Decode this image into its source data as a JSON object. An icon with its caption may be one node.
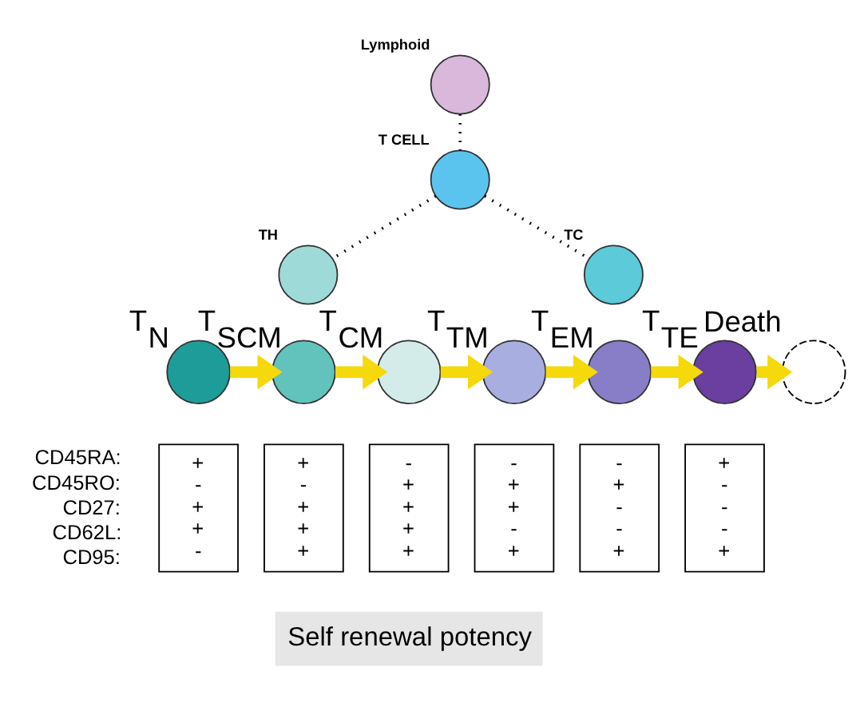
{
  "diagram": {
    "nodes": [
      {
        "text": [
          "Lymphoid"
        ]
      },
      {
        "text": [
          "T CELL"
        ]
      },
      {
        "text": [
          "TH"
        ]
      },
      {
        "text": [
          "TC"
        ]
      },
      {
        "text": [
          "T$_{N}$"
        ]
      },
      {
        "text": [
          "T$_{SCM}$"
        ]
      },
      {
        "text": [
          "T$_{CM}$"
        ]
      },
      {
        "text": [
          "T$_{TM}$"
        ]
      },
      {
        "text": [
          "T$_{EM}$"
        ]
      },
      {
        "text": [
          "T$_{TE}$"
        ]
      },
      {
        "text": [
          "Death"
        ]
      },
      {
        "text": [
          "+ - + + -"
        ]
      },
      {
        "text": [
          "+ - + + +"
        ]
      },
      {
        "text": [
          "- + + + +"
        ]
      },
      {
        "text": [
          "- + + - +"
        ]
      },
      {
        "text": [
          "- + - - +"
        ]
      },
      {
        "text": [
          "+ - - - +"
        ]
      }
    ],
    "edges": [
      {
        "from": 0,
        "to": 1,
        "arrow": "none",
        "style": "dashed",
        "color": "#000000"
      },
      {
        "from": 1,
        "to": 2,
        "arrow": "none",
        "style": "dashed",
        "color": "#000000"
      },
      {
        "from": 1,
        "to": 3,
        "arrow": "none",
        "style": "dashed",
        "color": "#000000"
      },
      {
        "from": 4,
        "to": 5,
        "arrow": "to"
      },
      {
        "from": 5,
        "to": 6,
        "arrow": "to"
      },
      {
        "from": 6,
        "to": 7,
        "arrow": "to"
      },
      {
        "from": 7,
        "to": 8,
        "arrow": "to"
      },
      {
        "from": 8,
        "to": 9,
        "arrow": "to"
      },
      {
        "from": 9,
        "to": 10,
        "arrow": "to"
      }
    ],
    "labels": [
      "CD45RA:",
      "CD45RO:",
      "CD27:",
      "CD62L:",
      "CD95:",
      "Self renewal potency"
    ]
  }
}
